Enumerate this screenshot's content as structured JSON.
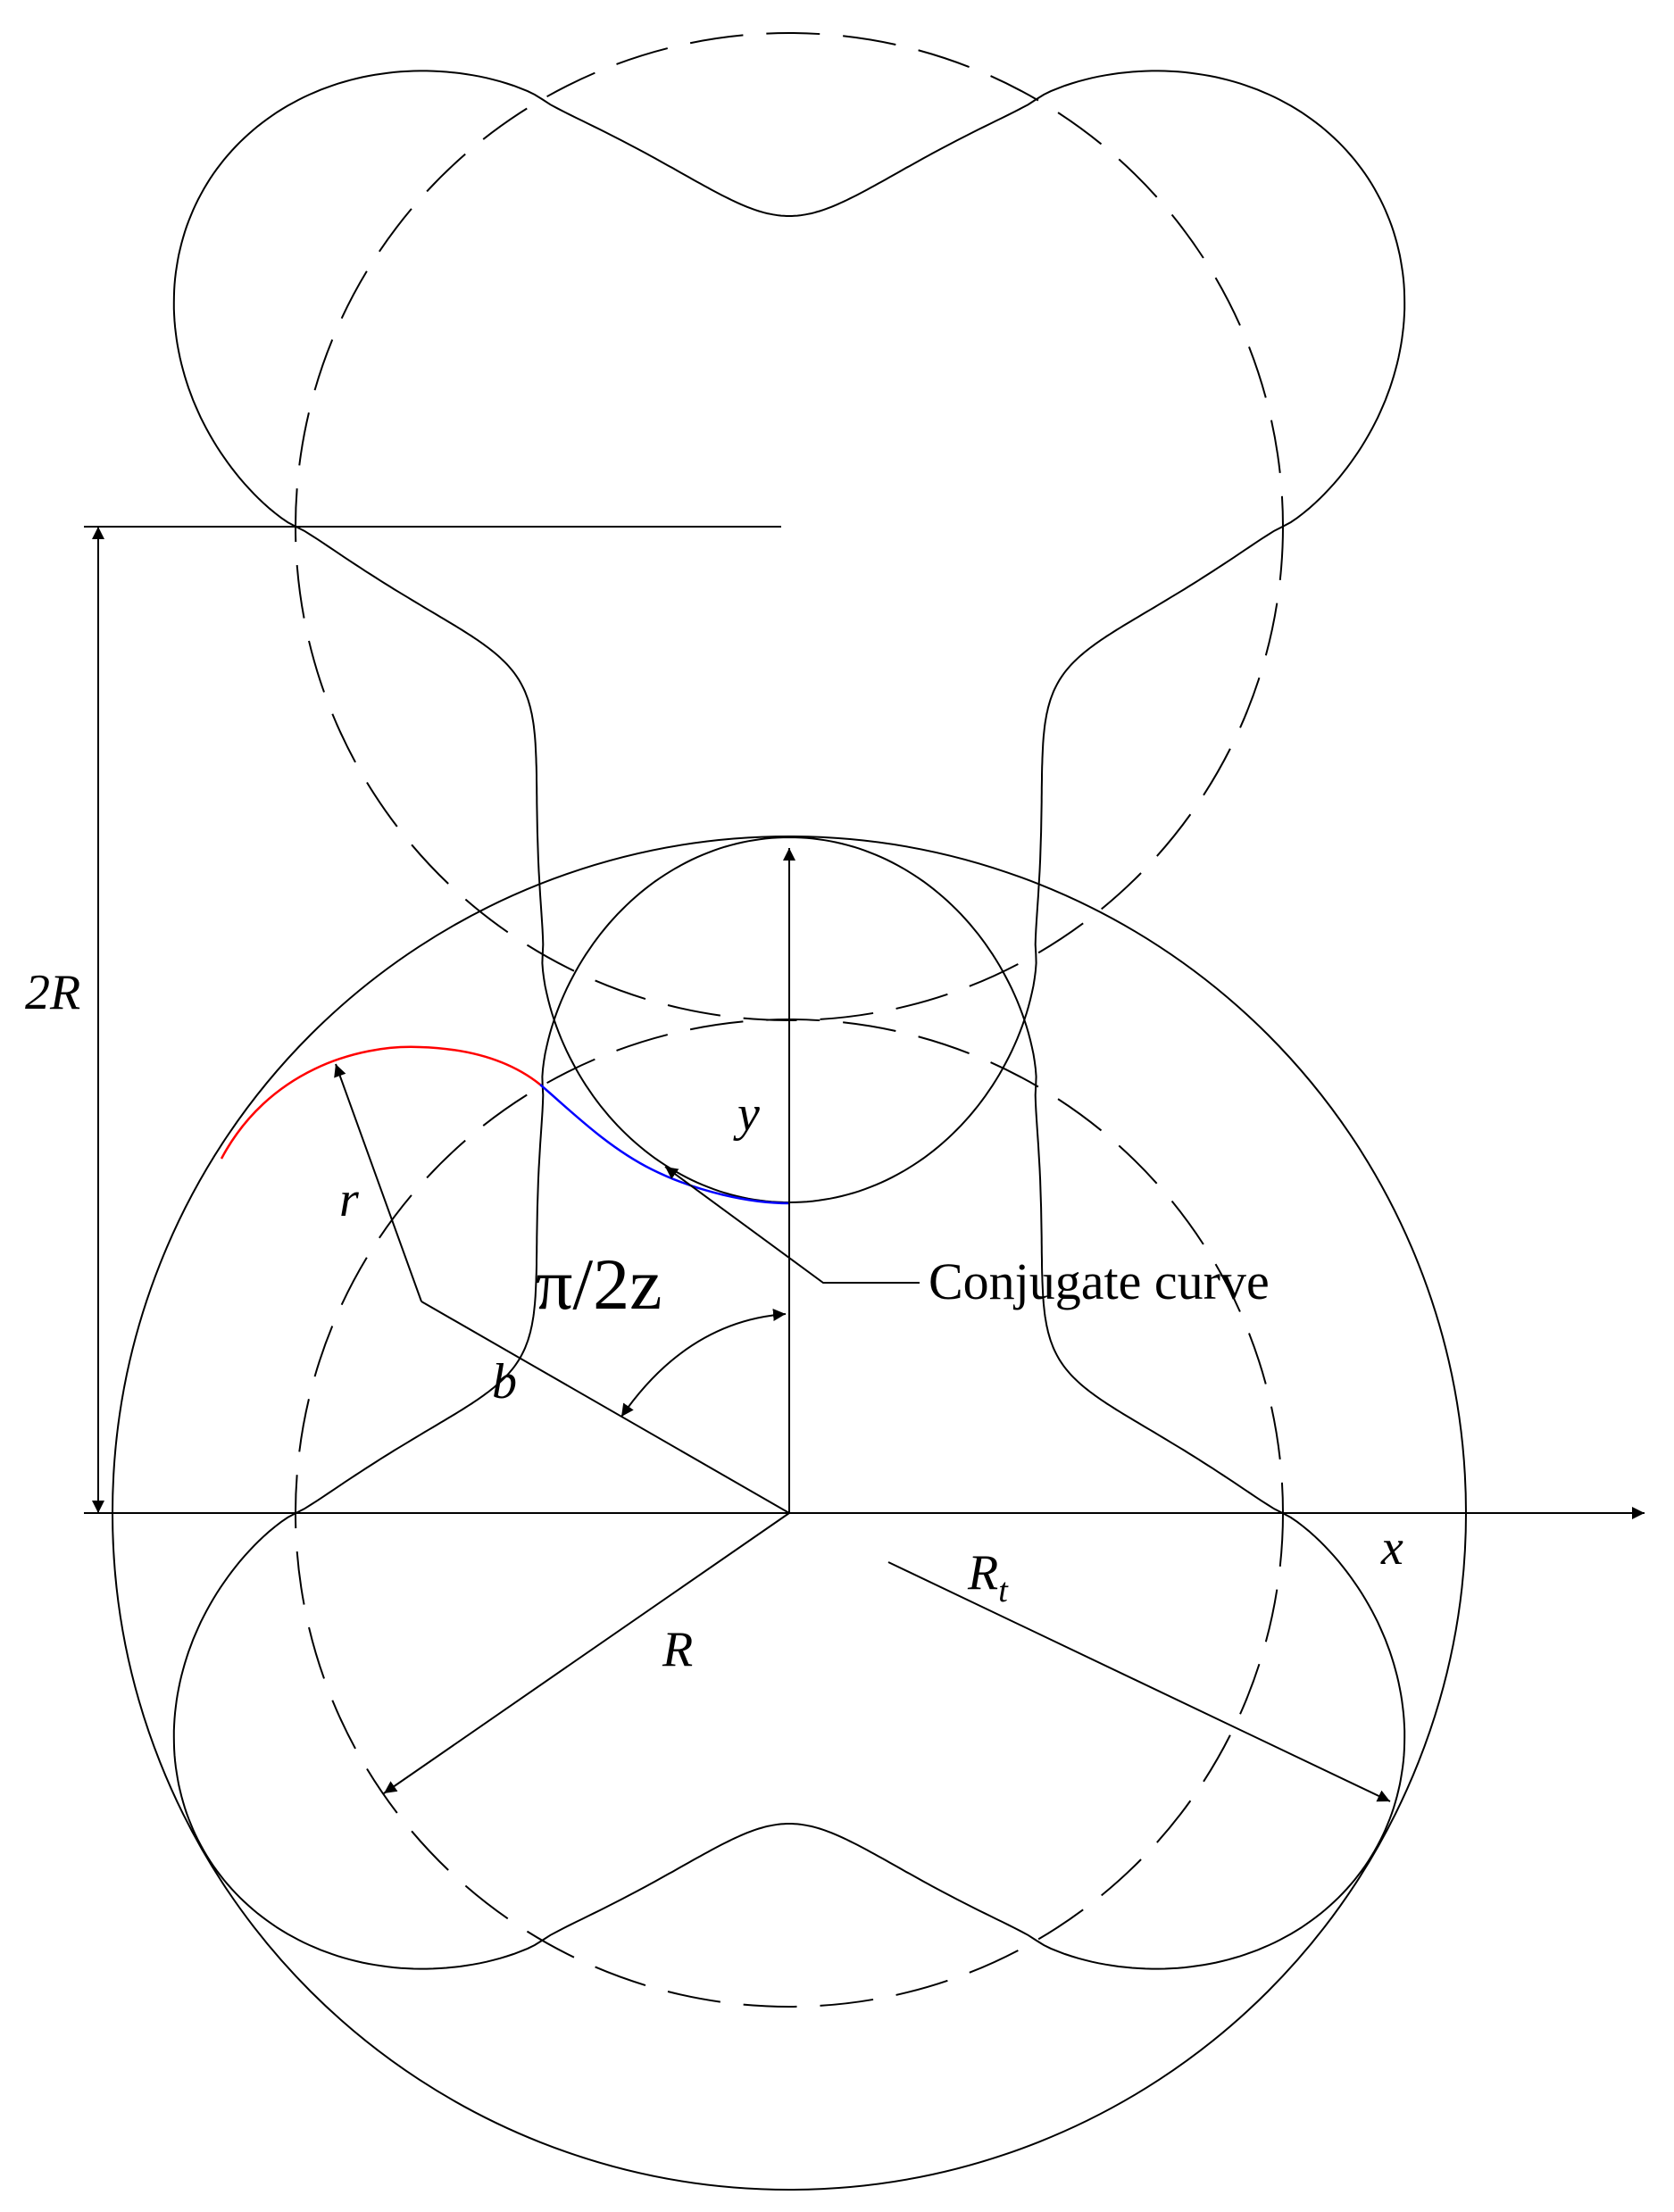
{
  "labels": {
    "two_r": "2R",
    "y_axis": "y",
    "x_axis": "x",
    "r": "r",
    "b": "b",
    "big_r": "R",
    "r_t_main": "R",
    "r_t_sub": "t",
    "angle": "π/2z",
    "conjugate_curve": "Conjugate curve"
  },
  "colors": {
    "line": "#000000",
    "conjugate_red": "#ff0000",
    "conjugate_blue": "#0000ff"
  },
  "rotor": {
    "lobes": 3
  }
}
